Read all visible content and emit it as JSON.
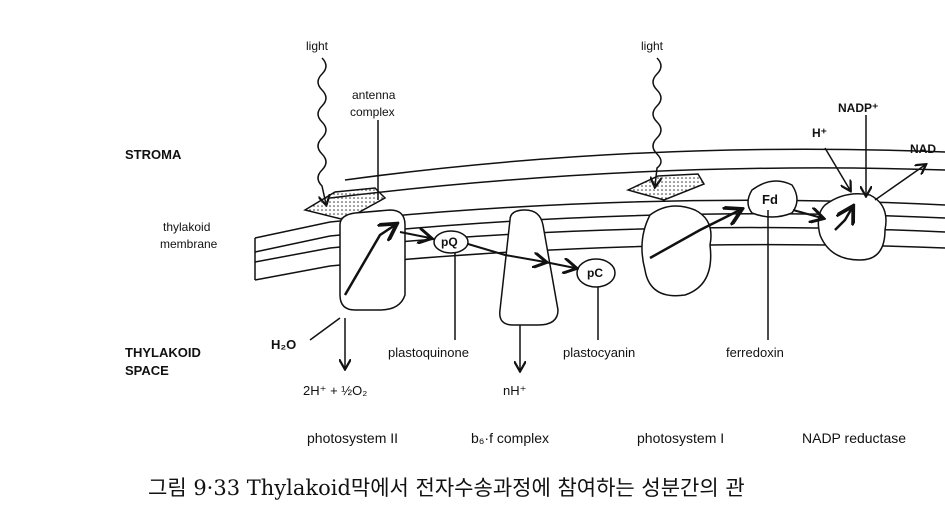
{
  "labels": {
    "light_left": "light",
    "light_right": "light",
    "antenna_line1": "antenna",
    "antenna_line2": "complex",
    "stroma": "STROMA",
    "thylakoid_membrane_line1": "thylakoid",
    "thylakoid_membrane_line2": "membrane",
    "thylakoid_space_line1": "THYLAKOID",
    "thylakoid_space_line2": "SPACE",
    "nadp_plus": "NADP⁺",
    "h_plus": "H⁺",
    "nadph": "NAD",
    "fd": "Fd",
    "pq": "pQ",
    "pc": "pC",
    "h2o": "H₂O",
    "plastoquinone": "plastoquinone",
    "plastocyanin": "plastocyanin",
    "ferredoxin": "ferredoxin",
    "water_products": "2H⁺ + ½O₂",
    "nh_plus": "nH⁺"
  },
  "components": [
    "photosystem II",
    "b₆·f complex",
    "photosystem I",
    "NADP reductase"
  ],
  "caption": "그림 9·33  Thylakoid막에서 전자수송과정에 참여하는 성분간의 관"
}
